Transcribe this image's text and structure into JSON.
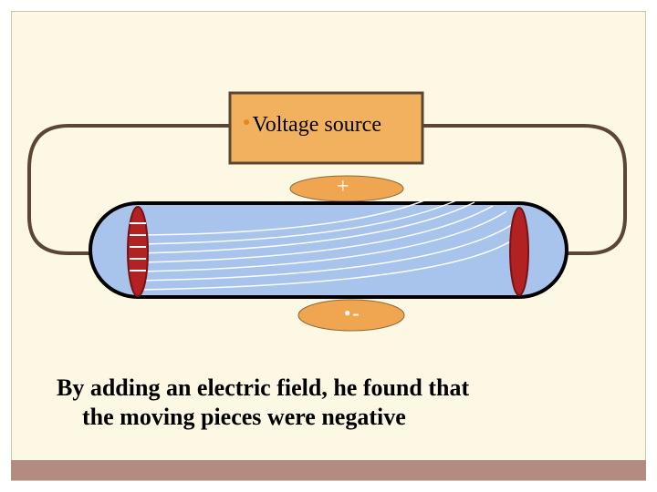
{
  "diagram": {
    "voltage_source_label": "Voltage source",
    "positive_plate_label": "+",
    "negative_plate_label": "-"
  },
  "caption": {
    "line1": "By adding an electric field, he found that",
    "line2": "the moving pieces were negative"
  },
  "colors": {
    "slide_background": "#fdf8e4",
    "bottom_bar": "#b38b80",
    "voltage_box": "#f2b15e",
    "plate_fill": "#f0a650",
    "tube_fill": "#a8c4ec",
    "cathode": "#b22222",
    "wire": "#5a4632"
  }
}
